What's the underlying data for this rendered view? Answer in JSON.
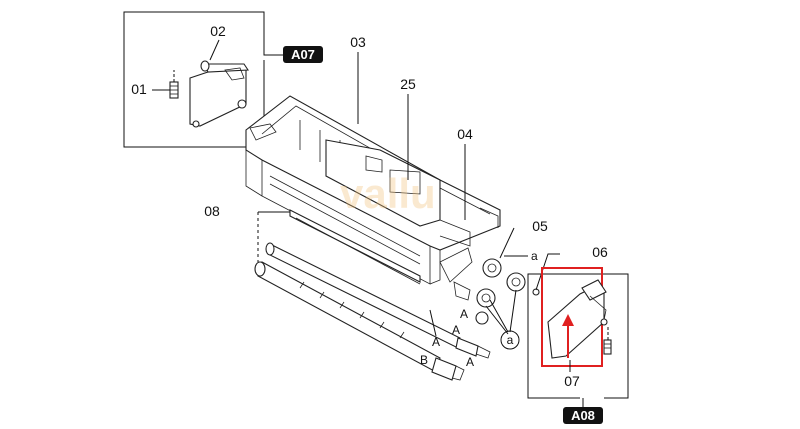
{
  "diagram": {
    "callouts": {
      "p01": "01",
      "p02": "02",
      "p03": "03",
      "p04": "04",
      "p05": "05",
      "p06": "06",
      "p07": "07",
      "p08": "08",
      "p25": "25"
    },
    "badges": {
      "a07": "A07",
      "a08": "A08"
    },
    "markers": {
      "a_small_1": "a",
      "a_circle": "a",
      "A1": "A",
      "A2": "A",
      "A3": "A",
      "A4": "A",
      "B1": "B"
    },
    "colors": {
      "highlight": "#e02020",
      "badge_bg": "#111111",
      "watermark": "#f3c27a"
    }
  }
}
